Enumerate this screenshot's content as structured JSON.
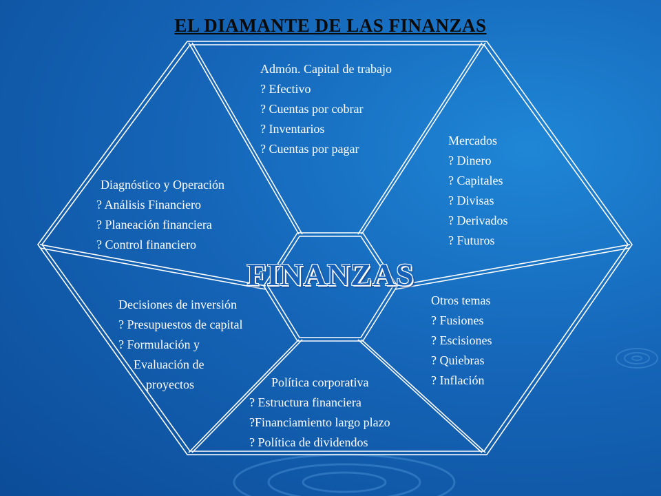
{
  "title": "EL DIAMANTE DE LAS FINANZAS",
  "center": "FINANZAS",
  "sections": {
    "trabajo": {
      "heading": "Admón. Capital de trabajo",
      "items": [
        "? Efectivo",
        "? Cuentas por cobrar",
        "? Inventarios",
        "? Cuentas por pagar"
      ]
    },
    "mercados": {
      "heading": "Mercados",
      "items": [
        "? Dinero",
        "? Capitales",
        "? Divisas",
        "? Derivados",
        "? Futuros"
      ]
    },
    "diagnostico": {
      "heading": "Diagnóstico y Operación",
      "items": [
        "? Análisis Financiero",
        "? Planeación financiera",
        "? Control financiero"
      ]
    },
    "inversion": {
      "heading": "Decisiones de inversión",
      "items": [
        "? Presupuestos de capital",
        "? Formulación y",
        "Evaluación de",
        "proyectos"
      ]
    },
    "otros": {
      "heading": "Otros temas",
      "items": [
        "? Fusiones",
        "? Escisiones",
        "? Quiebras",
        "? Inflación"
      ]
    },
    "politica": {
      "heading": "Política corporativa",
      "items": [
        "? Estructura financiera",
        "?Financiamiento largo plazo",
        "? Política de dividendos"
      ]
    }
  }
}
